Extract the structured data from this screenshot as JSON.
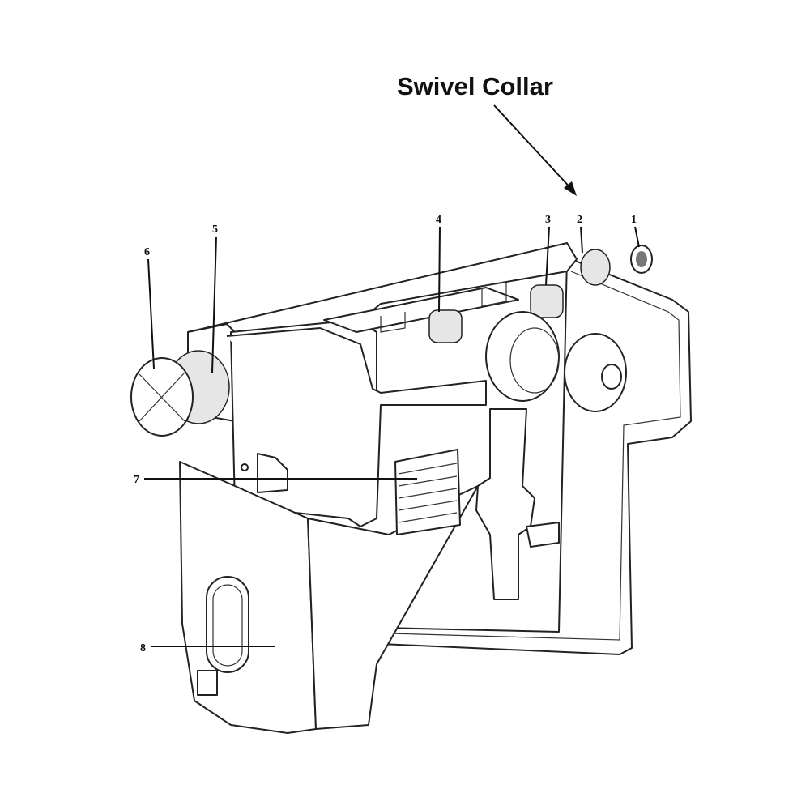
{
  "title": "Swivel Collar",
  "callouts": [
    {
      "number": "1"
    },
    {
      "number": "2"
    },
    {
      "number": "3"
    },
    {
      "number": "4"
    },
    {
      "number": "5"
    },
    {
      "number": "6"
    },
    {
      "number": "7"
    },
    {
      "number": "8"
    }
  ]
}
